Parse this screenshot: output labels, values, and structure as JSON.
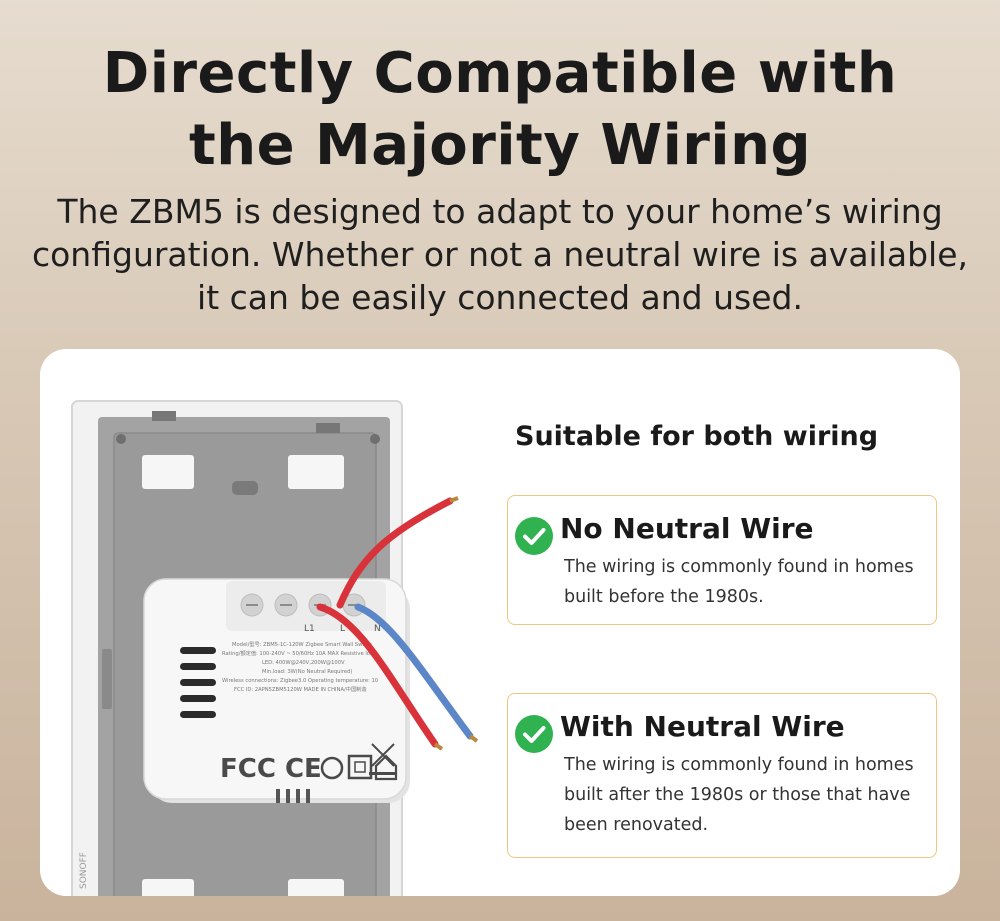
{
  "headline": {
    "line1": "Directly Compatible with",
    "line2": "the Majority Wiring"
  },
  "subtitle": {
    "line1": "The ZBM5 is designed to adapt to your home’s wiring",
    "line2": "configuration. Whether or not a neutral wire is available,",
    "line3": "it can be easily connected and used."
  },
  "card": {
    "title": "Suitable for both wiring",
    "options": [
      {
        "icon": "check-circle-icon",
        "title": "No Neutral Wire",
        "desc_lines": [
          "The wiring is commonly found in homes",
          "built before the 1980s."
        ]
      },
      {
        "icon": "check-circle-icon",
        "title": "With Neutral Wire",
        "desc_lines": [
          "The wiring is commonly found in homes",
          "built after the 1980s or those that have",
          "been renovated."
        ]
      }
    ]
  },
  "device": {
    "terminal_labels": [
      "L1",
      "L",
      "N"
    ],
    "label_lines": [
      "Model/型号: ZBM5-1C-120W  Zigbee Smart Wall Switch",
      "Rating/额定值: 100-240V ~ 50/60Hz 10A MAX Resistive load",
      "LED: 400W@240V,200W@100V",
      "Min.load: 3W(No Neutral Required)",
      "Wireless connections: Zigbee3.0   Operating temperature: 10",
      "FCC ID: 2APN5ZBM5120W   MADE IN CHINA/中国制造"
    ],
    "cert_marks": "FCC CE",
    "brand": "SONOFF"
  },
  "colors": {
    "accent_green": "#2fb24f",
    "option_border": "#efc77e",
    "wire_red": "#d8323a",
    "wire_blue": "#5b86c7"
  }
}
